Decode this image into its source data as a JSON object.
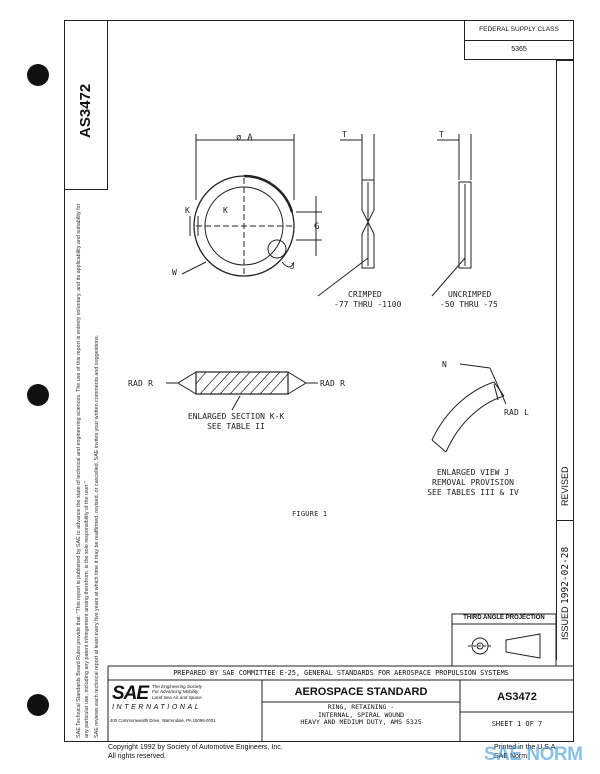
{
  "header": {
    "federal_supply_label": "FEDERAL SUPPLY CLASS",
    "federal_supply_value": "5365"
  },
  "side": {
    "doc_number": "AS3472",
    "disclaimer": "SAE Technical Standards Board Rules provide that: \"This report is published by SAE to advance the state of technical and engineering sciences. The use of this report is entirely voluntary, and its applicability and suitability for any particular use, including any patent infringement arising therefrom, is the sole responsibility of the user.\"",
    "review_note": "SAE reviews each technical report at least every five years at which time it may be reaffirmed, revised, or cancelled. SAE invites your written comments and suggestions."
  },
  "drawing": {
    "dim_a": "ø A",
    "dim_t1": "T",
    "dim_t2": "T",
    "k_left": "K",
    "k_right": "K",
    "label_g": "G",
    "label_w": "W",
    "label_j": "J",
    "crimped_line1": "CRIMPED",
    "crimped_line2": "-77 THRU -1100",
    "uncrimped_line1": "UNCRIMPED",
    "uncrimped_line2": "-50 THRU -75",
    "rad_r_left": "RAD R",
    "rad_r_right": "RAD R",
    "section_line1": "ENLARGED SECTION K-K",
    "section_line2": "SEE TABLE II",
    "label_n": "N",
    "rad_l": "RAD L",
    "view_line1": "ENLARGED VIEW J",
    "view_line2": "REMOVAL PROVISION",
    "view_line3": "SEE TABLES III & IV",
    "figure": "FIGURE 1"
  },
  "right_margin": {
    "issued": "ISSUED",
    "issued_date": "1992-02-28",
    "revised": "REVISED"
  },
  "projection": {
    "label": "THIRD ANGLE PROJECTION"
  },
  "title_block": {
    "prepared_by": "PREPARED BY SAE COMMITTEE E-25, GENERAL STANDARDS FOR AEROSPACE PROPULSION SYSTEMS",
    "sae_logo": "SAE",
    "sae_tag1": "The Engineering Society",
    "sae_tag2": "For Advancing Mobility",
    "sae_tag3": "Land Sea Air and Space",
    "sae_international": "INTERNATIONAL",
    "sae_address": "400 Commonwealth Drive, Warrendale, PA 15096-0001",
    "standard_title": "AEROSPACE STANDARD",
    "desc_line1": "RING, RETAINING -",
    "desc_line2": "INTERNAL, SPIRAL WOUND",
    "desc_line3": "HEAVY AND MEDIUM DUTY, AMS 5325",
    "doc_number": "AS3472",
    "sheet": "SHEET 1 OF 7"
  },
  "footer": {
    "copyright_line1": "Copyright 1992 by Society of Automotive Engineers, Inc.",
    "copyright_line2": "All rights reserved.",
    "printed_line1": "Printed in the U.S.A.",
    "printed_line2": "SAE Norm",
    "watermark": "SAE NORM"
  }
}
